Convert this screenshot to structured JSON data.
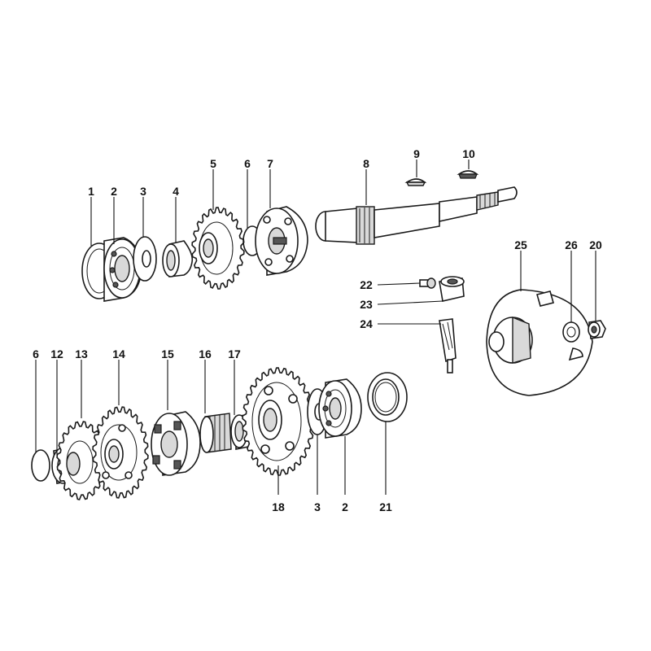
{
  "callouts": [
    {
      "id": "c1",
      "label": "1"
    },
    {
      "id": "c2a",
      "label": "2"
    },
    {
      "id": "c3a",
      "label": "3"
    },
    {
      "id": "c4",
      "label": "4"
    },
    {
      "id": "c5",
      "label": "5"
    },
    {
      "id": "c6a",
      "label": "6"
    },
    {
      "id": "c7",
      "label": "7"
    },
    {
      "id": "c8",
      "label": "8"
    },
    {
      "id": "c9",
      "label": "9"
    },
    {
      "id": "c10",
      "label": "10"
    },
    {
      "id": "c25",
      "label": "25"
    },
    {
      "id": "c26",
      "label": "26"
    },
    {
      "id": "c20",
      "label": "20"
    },
    {
      "id": "c22",
      "label": "22"
    },
    {
      "id": "c23",
      "label": "23"
    },
    {
      "id": "c24",
      "label": "24"
    },
    {
      "id": "c6b",
      "label": "6"
    },
    {
      "id": "c12",
      "label": "12"
    },
    {
      "id": "c13",
      "label": "13"
    },
    {
      "id": "c14",
      "label": "14"
    },
    {
      "id": "c15",
      "label": "15"
    },
    {
      "id": "c16",
      "label": "16"
    },
    {
      "id": "c17",
      "label": "17"
    },
    {
      "id": "c18",
      "label": "18"
    },
    {
      "id": "c3b",
      "label": "3"
    },
    {
      "id": "c2b",
      "label": "2"
    },
    {
      "id": "c21",
      "label": "21"
    }
  ]
}
